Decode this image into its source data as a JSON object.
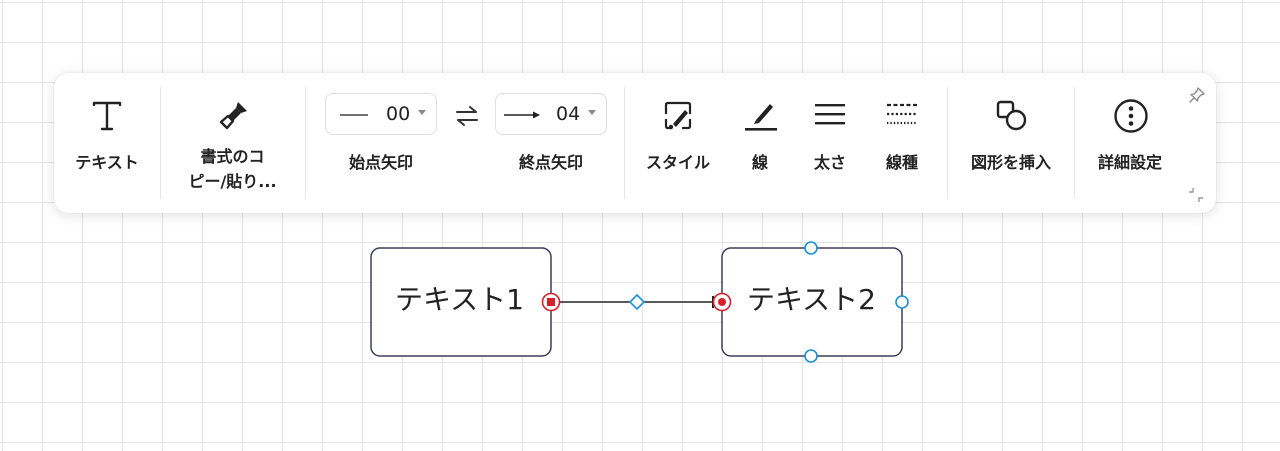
{
  "toolbar": {
    "text_tool": {
      "label": "テキスト",
      "icon": "text-icon"
    },
    "format_painter": {
      "label_line1": "書式のコ",
      "label_line2": "ピー/貼り...",
      "icon": "paintbrush-icon"
    },
    "start_arrow": {
      "value": "00",
      "label": "始点矢印"
    },
    "swap": {
      "icon": "swap-arrows-icon"
    },
    "end_arrow": {
      "value": "04",
      "label": "終点矢印"
    },
    "style": {
      "label": "スタイル",
      "icon": "style-icon"
    },
    "line": {
      "label": "線",
      "icon": "pen-icon"
    },
    "thickness": {
      "label": "太さ",
      "icon": "line-weight-icon"
    },
    "line_type": {
      "label": "線種",
      "icon": "dash-pattern-icon"
    },
    "insert_shape": {
      "label": "図形を挿入",
      "icon": "shapes-icon"
    },
    "advanced": {
      "label": "詳細設定",
      "icon": "more-options-icon"
    },
    "pin": {
      "icon": "pin-icon"
    },
    "collapse": {
      "icon": "collapse-corners-icon"
    }
  },
  "diagram": {
    "node1": {
      "text": "テキスト1"
    },
    "node2": {
      "text": "テキスト2"
    }
  },
  "colors": {
    "node_border": "#3d3d5c",
    "selection": "#1a90d9",
    "endpoint": "#d8202a",
    "connector": "#222222"
  }
}
